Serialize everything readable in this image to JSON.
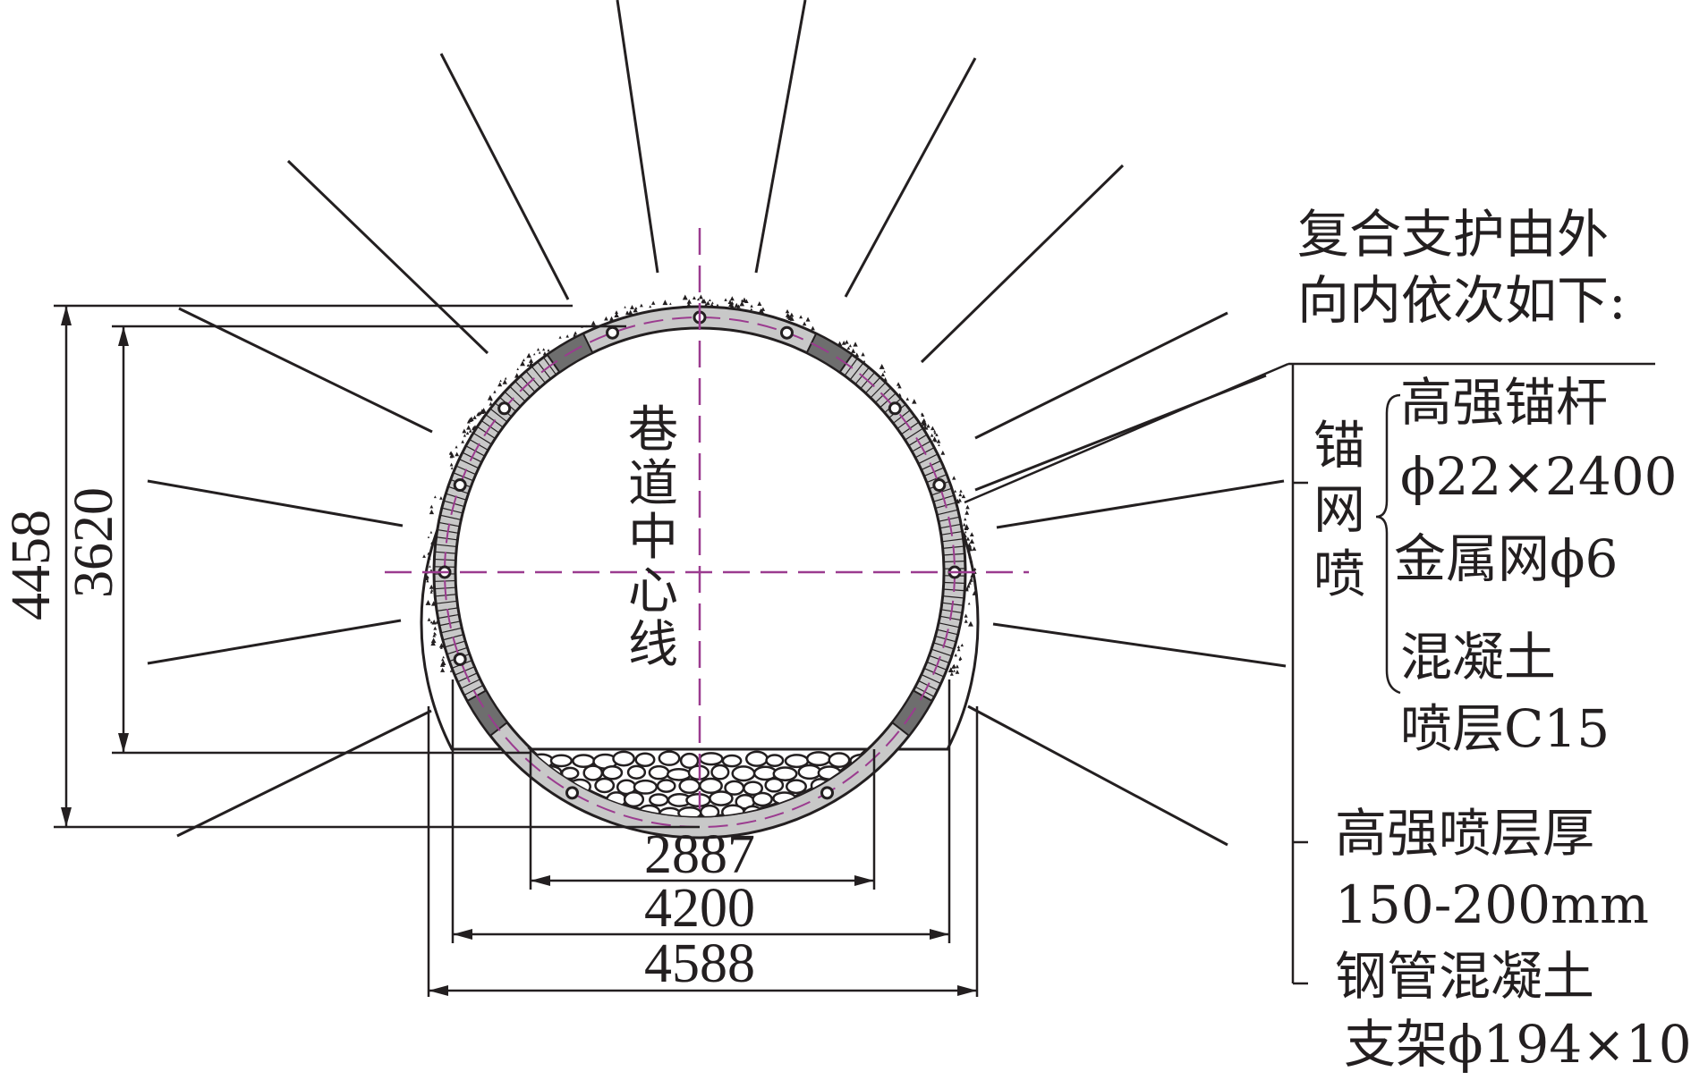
{
  "center_line_label": [
    "巷",
    "道",
    "中",
    "心",
    "线"
  ],
  "dimensions": {
    "height_outer": "4458",
    "height_inner": "3620",
    "width_floor": "2887",
    "width_inner": "4200",
    "width_outer": "4588"
  },
  "legend": {
    "heading_line1": "复合支护由外",
    "heading_line2": "向内依次如下:",
    "group_label": [
      "锚",
      "网",
      "喷"
    ],
    "items": {
      "bolt_line1": "高强锚杆",
      "bolt_line2": "ϕ22×2400",
      "mesh": "金属网ϕ6",
      "shotcrete_line1": "混凝土",
      "shotcrete_line2": "喷层C15",
      "hs_line1": "高强喷层厚",
      "hs_line2": "150-200mm",
      "steel_line1": "钢管混凝土",
      "steel_line2": "支架ϕ194×10"
    }
  },
  "colors": {
    "line": "#231f20",
    "centerline": "#9b3b8f",
    "lining_fill": "#c8c8c8",
    "block_fill": "#6e6e6e"
  }
}
